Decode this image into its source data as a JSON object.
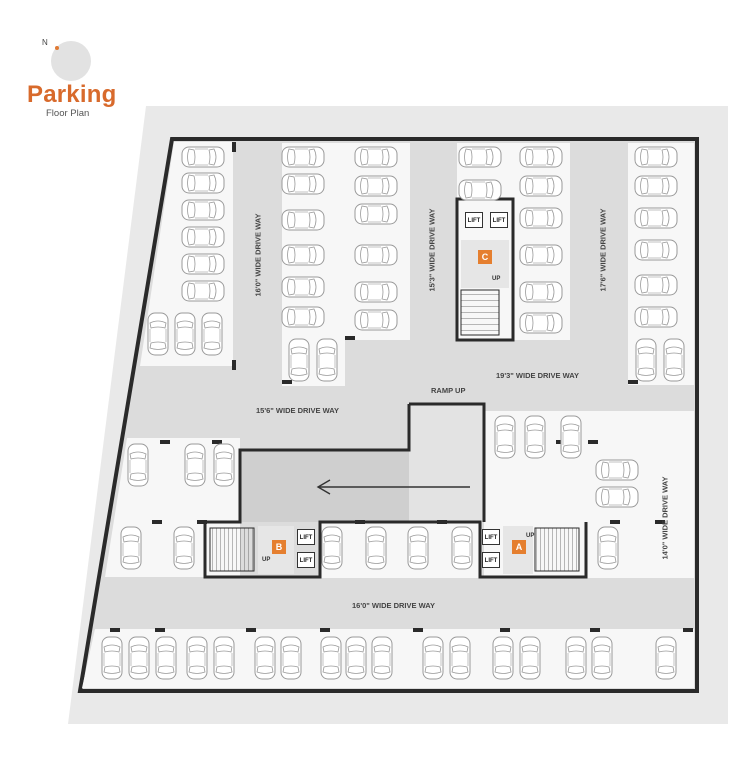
{
  "header": {
    "title": "Parking",
    "subtitle": "Floor Plan",
    "north": "N"
  },
  "driveways": {
    "top_left": "16'0\" WIDE DRIVE WAY",
    "top_mid": "15'3\" WIDE DRIVE WAY",
    "top_right": "17'6\" WIDE DRIVE WAY",
    "middle_right": "19'3\" WIDE DRIVE WAY",
    "middle_left": "15'6\" WIDE DRIVE WAY",
    "right_side": "14'0\" WIDE DRIVE WAY",
    "bottom": "16'0\" WIDE DRIVE WAY"
  },
  "ramp": {
    "label": "RAMP UP"
  },
  "cores": {
    "a": {
      "badge": "A",
      "lift1": "LIFT",
      "lift2": "LIFT",
      "up": "UP"
    },
    "b": {
      "badge": "B",
      "lift1": "LIFT",
      "lift2": "LIFT",
      "up": "UP"
    },
    "c": {
      "badge": "C",
      "lift1": "LIFT",
      "lift2": "LIFT",
      "up": "UP"
    }
  },
  "colors": {
    "accent": "#e57f2f",
    "title": "#d86a2c",
    "site": "#e9e9e9",
    "building_outline": "#2a2a2a",
    "driveway": "#dcdcdc",
    "parking_area": "#f7f7f7",
    "car_outline": "#9a9a9a"
  }
}
